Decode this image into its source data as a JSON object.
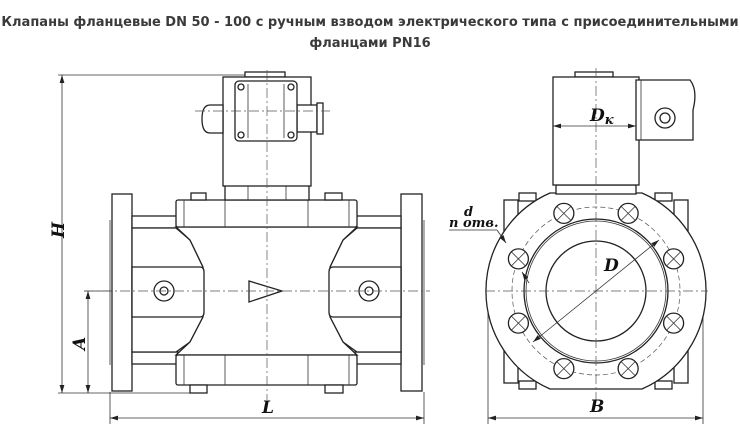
{
  "title": {
    "line1": "Клапаны фланцевые DN 50 - 100 с ручным взводом электрического типа с присоединительными",
    "line2": "фланцами PN16"
  },
  "front_view": {
    "dim_height": "H",
    "dim_axis_height": "A",
    "dim_length": "L"
  },
  "side_view": {
    "dim_coil_diameter": "D",
    "dim_coil_diameter_sub": "к",
    "dim_bolt_circle": "D",
    "dim_hole_diameter": "d",
    "dim_hole_count": "n отв.",
    "dim_width": "B"
  }
}
